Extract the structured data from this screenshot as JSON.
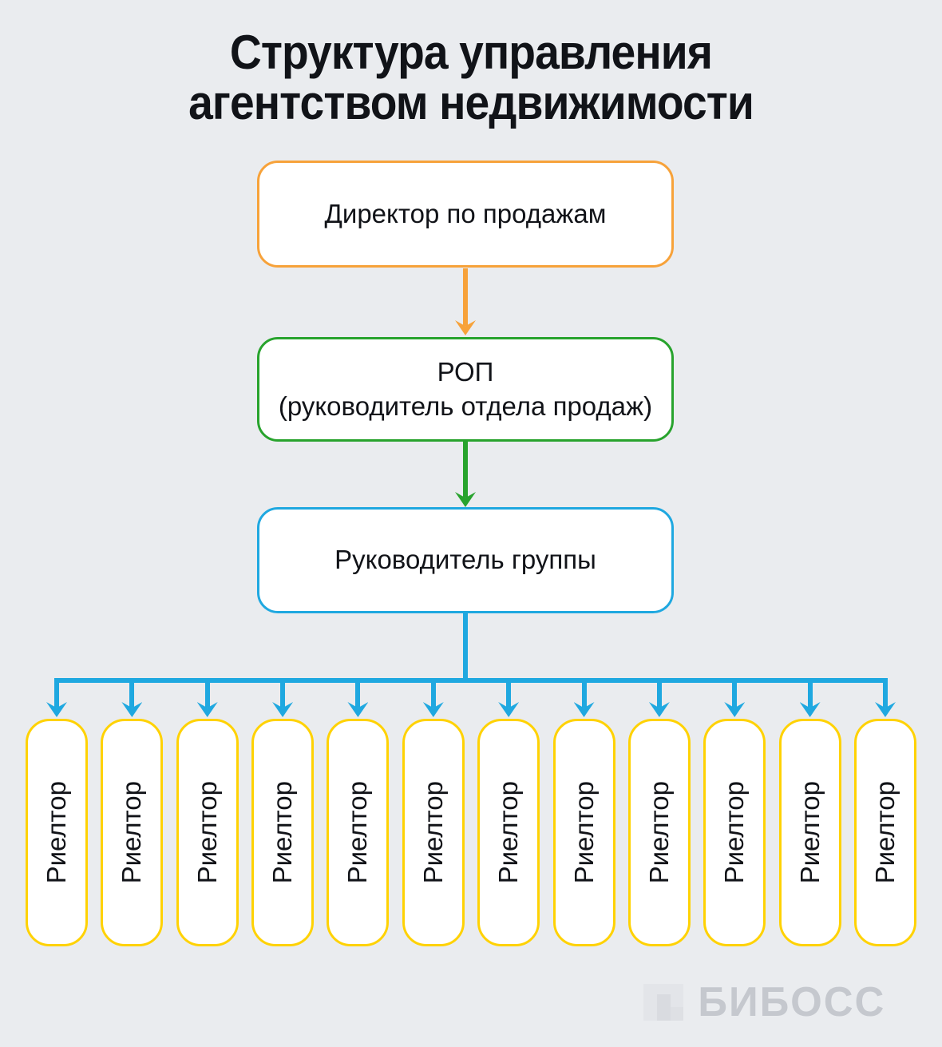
{
  "title": {
    "line1": "Структура управления",
    "line2": "агентством недвижимости"
  },
  "nodes": {
    "director": {
      "label": "Директор по продажам"
    },
    "rop": {
      "line1": "РОП",
      "line2": "(руководитель отдела продаж)"
    },
    "group_lead": {
      "label": "Руководитель группы"
    }
  },
  "realtors": {
    "labels": [
      "Риелтор",
      "Риелтор",
      "Риелтор",
      "Риелтор",
      "Риелтор",
      "Риелтор",
      "Риелтор",
      "Риелтор",
      "Риелтор",
      "Риелтор",
      "Риелтор",
      "Риелтор"
    ]
  },
  "watermark": {
    "text": "БИБОСС",
    "logo_icon": "biboss-pixel-logo"
  },
  "colors": {
    "orange": "#F7A23A",
    "green": "#28A32D",
    "blue": "#1FA8E0",
    "yellow": "#FFD203",
    "bg": "#EAECEF",
    "ink": "#111318",
    "wm": "#C5C8CE"
  }
}
